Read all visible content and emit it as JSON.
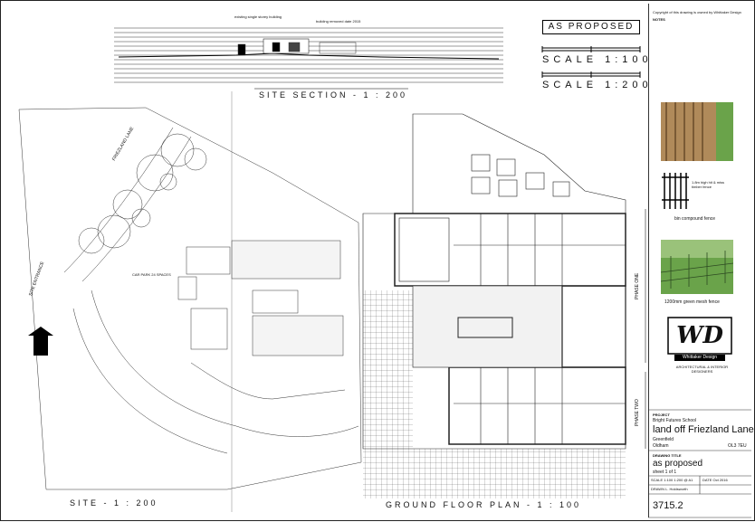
{
  "drawing": {
    "existing_building_label": "existing single storey building",
    "building_removed_label": "building removed date 2015",
    "site_section_title": "SITE SECTION - 1 : 200",
    "site_title": "SITE - 1 : 200",
    "ground_floor_title": "GROUND FLOOR PLAN - 1 : 100",
    "status_stamp": "AS PROPOSED",
    "scale_1": "SCALE 1:100",
    "scale_2": "SCALE 1:200",
    "car_park_label": "CAR PARK 24 SPACES",
    "lane_label": "FRIEZLAND LANE",
    "site_entrance_label": "SITE ENTRANCE",
    "phase_one": "PHASE ONE",
    "phase_two": "PHASE TWO"
  },
  "title_block": {
    "copyright": "Copyright of this drawing is owned by Whittaker Design",
    "notes_heading": "NOTES",
    "photo1_caption": "bin compound fence",
    "photo1_note": "1.8m high hit & miss timber fence",
    "photo2_caption": "1200mm green mesh fence",
    "logo_letters": "WD",
    "logo_name": "Whittaker Design",
    "logo_tagline": "ARCHITECTURAL & INTERIOR DESIGNERS",
    "project_heading": "PROJECT",
    "client": "Bright Futures School",
    "project_title": "land off Friezland Lane",
    "town": "Greenfield",
    "district": "Oldham",
    "postcode": "OL3 7EU",
    "drawing_title_heading": "DRAWING TITLE",
    "drawing_title": "as proposed",
    "sheet": "sheet 1 of 1",
    "scale_label": "SCALE",
    "scale_value": "1:100 1:200 @ A1",
    "date_label": "DATE",
    "date_value": "Oct 2016",
    "drawn_label": "DRAWN",
    "drawn_value": "L. Holdsworth",
    "drawing_number": "3715.2"
  },
  "colors": {
    "ink": "#111111",
    "paper": "#ffffff",
    "grass": "#6aa34a",
    "timber": "#b08a5a"
  }
}
